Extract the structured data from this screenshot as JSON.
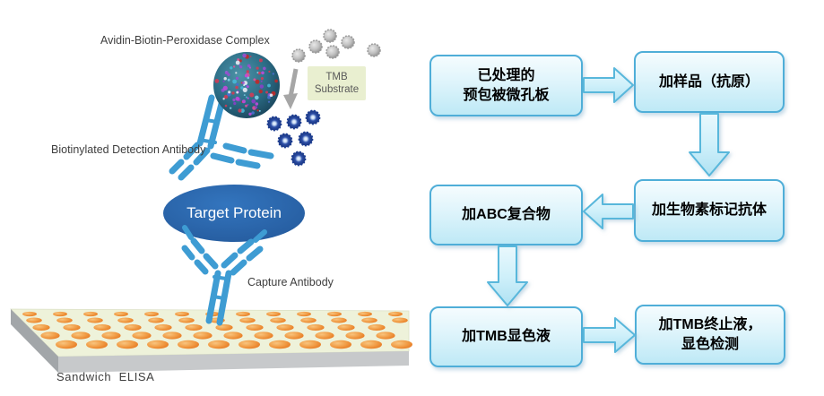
{
  "left_panel": {
    "labels": {
      "abc_complex": "Avidin-Biotin-Peroxidase Complex",
      "detection_antibody": "Biotinylated Detection Antibody",
      "target_protein": "Target Protein",
      "capture_antibody": "Capture Antibody",
      "caption": "Sandwich  ELISA"
    },
    "tmb_box": {
      "line1": "TMB",
      "line2": "Substrate"
    },
    "icons": {
      "substrate_arrow": "down-arrow",
      "substrate_particles": "gray-spheres",
      "tmb_product_particles": "navy-dot-rings",
      "abc_complex_sphere": "speckled-sphere",
      "antibodies": "y-shaped-antibody",
      "microplate": "96-well-plate"
    },
    "colors": {
      "antibody_blue": "#3E9CD3",
      "protein_ellipse_blue": "#2B67AE",
      "sphere_teal": "#2C6D86",
      "tmb_box_bg": "#E9EFD0",
      "plate_top": "#EEF2DA",
      "plate_side": "#A2A6A9",
      "plate_front": "#C7C9CB",
      "well_orange": "#EC8126",
      "particle_gray": "#ABABAB",
      "product_navy": "#1C3D92",
      "label_gray": "#3E3E3E"
    }
  },
  "flowchart": {
    "boxes": [
      {
        "id": "step1",
        "lines": [
          "已处理的",
          "预包被微孔板"
        ]
      },
      {
        "id": "step2",
        "lines": [
          "加样品（抗原）"
        ]
      },
      {
        "id": "step3",
        "lines": [
          "加ABC复合物"
        ]
      },
      {
        "id": "step4",
        "lines": [
          "加生物素标记抗体"
        ]
      },
      {
        "id": "step5",
        "lines": [
          "加TMB显色液"
        ]
      },
      {
        "id": "step6",
        "lines": [
          "加TMB终止液，",
          "显色检测"
        ]
      }
    ],
    "arrows": [
      {
        "from": "step1",
        "to": "step2",
        "direction": "right"
      },
      {
        "from": "step2",
        "to": "step4",
        "direction": "down"
      },
      {
        "from": "step4",
        "to": "step3",
        "direction": "left"
      },
      {
        "from": "step3",
        "to": "step5",
        "direction": "down"
      },
      {
        "from": "step5",
        "to": "step6",
        "direction": "right"
      }
    ],
    "colors": {
      "box_border": "#4FAED8",
      "box_fill_top": "#F5FCFE",
      "box_fill_bottom": "#BEE9F6",
      "arrow_border": "#58B7DB",
      "arrow_fill_top": "#E9F8FD",
      "arrow_fill_bottom": "#AEE1F2"
    }
  }
}
